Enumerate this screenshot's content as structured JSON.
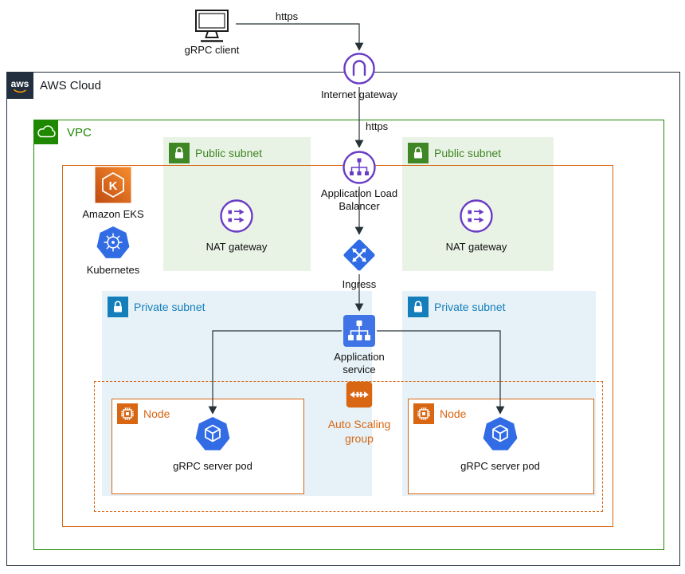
{
  "external": {
    "client_label": "gRPC client",
    "https_client": "https",
    "https_alb": "https",
    "internet_gateway_label": "Internet gateway"
  },
  "aws_cloud": {
    "logo_text": "aws",
    "label": "AWS Cloud"
  },
  "vpc": {
    "label": "VPC"
  },
  "eks": {
    "label": "Amazon EKS",
    "icon_letter": "K"
  },
  "kubernetes": {
    "label": "Kubernetes"
  },
  "alb": {
    "label": "Application Load Balancer"
  },
  "ingress": {
    "label": "Ingress"
  },
  "app_service": {
    "label": "Application service"
  },
  "asg": {
    "label": "Auto Scaling group"
  },
  "public_subnets": [
    {
      "label": "Public subnet",
      "nat_label": "NAT gateway"
    },
    {
      "label": "Public subnet",
      "nat_label": "NAT gateway"
    }
  ],
  "private_subnets": [
    {
      "label": "Private subnet"
    },
    {
      "label": "Private subnet"
    }
  ],
  "nodes": [
    {
      "label": "Node",
      "pod_label": "gRPC server pod"
    },
    {
      "label": "Node",
      "pod_label": "gRPC server pod"
    }
  ],
  "colors": {
    "aws_dark": "#232F3E",
    "vpc_green": "#1E8900",
    "subnet_green": "#3F8624",
    "public_subnet_fill": "#E9F3E5",
    "subnet_blue": "#147EBA",
    "private_subnet_fill": "#E6F2F8",
    "container_orange": "#D86613",
    "network_purple": "#693CC5",
    "kubernetes_blue": "#326CE5",
    "service_blue": "#3F73E6",
    "arrow_gray": "#263238",
    "aws_smile_orange": "#FF9900"
  }
}
